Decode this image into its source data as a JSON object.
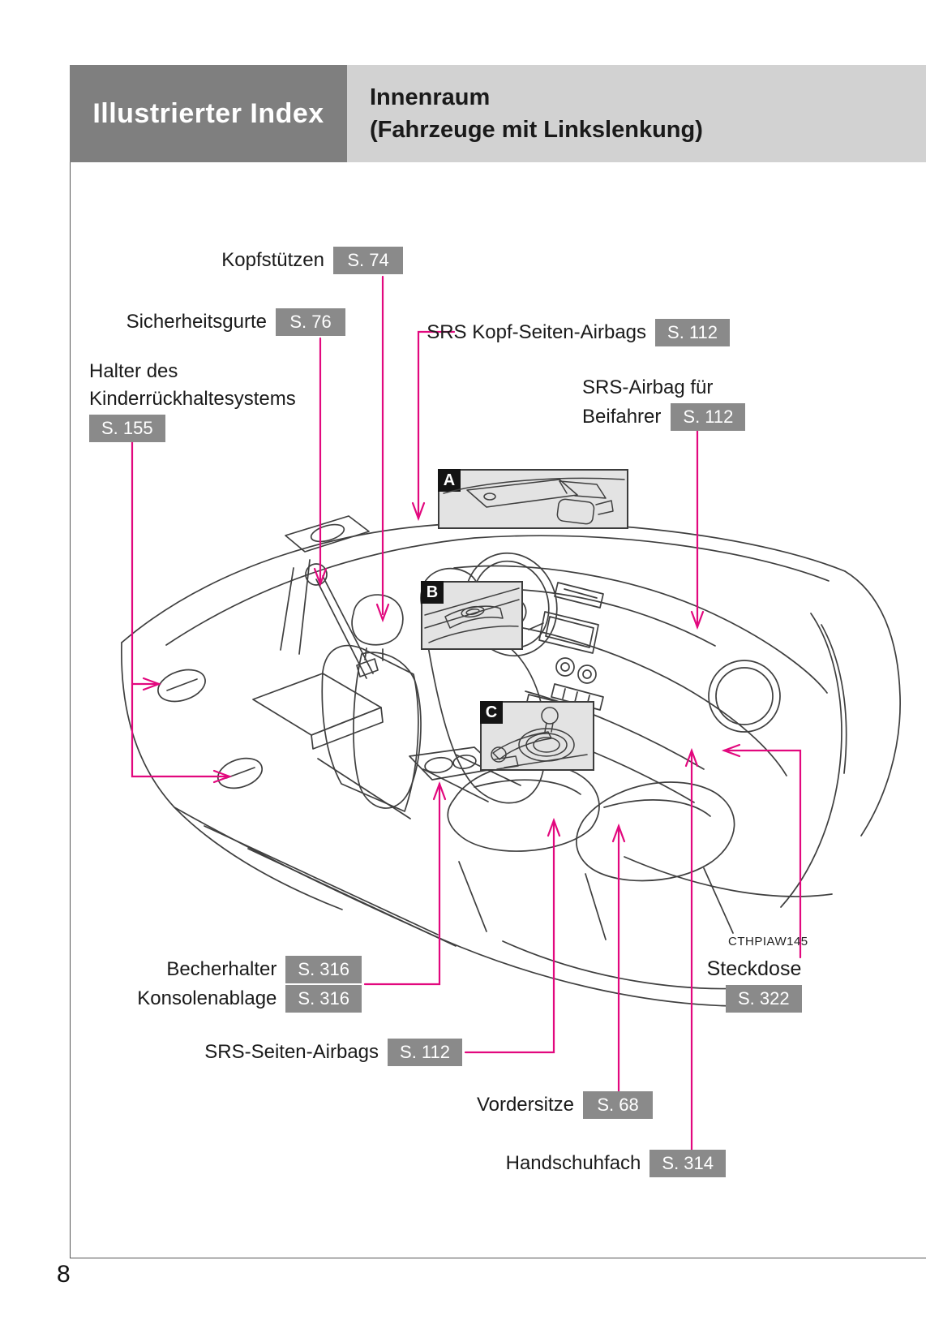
{
  "page": {
    "number": "8",
    "code": "CTHPIAW145"
  },
  "header": {
    "title": "Illustrierter Index",
    "subtitle_line1": "Innenraum",
    "subtitle_line2": "(Fahrzeuge mit Linkslenkung)"
  },
  "colors": {
    "accent": "#e2087e",
    "badge_bg": "#8a8a8a",
    "header_dark": "#7f7f7f",
    "header_light": "#d2d2d2",
    "inset_bg": "#e3e3e3",
    "line_art": "#3f3f3f"
  },
  "insets": [
    {
      "letter": "A"
    },
    {
      "letter": "B"
    },
    {
      "letter": "C"
    }
  ],
  "labels": [
    {
      "id": "kopfstuetzen",
      "text": "Kopfstützen",
      "page_ref": "S. 74"
    },
    {
      "id": "sicherheitsgurte",
      "text": "Sicherheitsgurte",
      "page_ref": "S. 76"
    },
    {
      "id": "srs-kopf-seiten-airbags",
      "text": "SRS Kopf-Seiten-Airbags",
      "page_ref": "S. 112"
    },
    {
      "id": "halter-kinderrueckhaltesystem",
      "text_line1": "Halter des",
      "text_line2": "Kinderrückhaltesystems",
      "page_ref": "S. 155"
    },
    {
      "id": "srs-airbag-beifahrer",
      "text_line1": "SRS-Airbag für",
      "text_line2": "Beifahrer",
      "page_ref": "S. 112"
    },
    {
      "id": "becherhalter",
      "text": "Becherhalter",
      "page_ref": "S. 316"
    },
    {
      "id": "konsolenablage",
      "text": "Konsolenablage",
      "page_ref": "S. 316"
    },
    {
      "id": "srs-seiten-airbags",
      "text": "SRS-Seiten-Airbags",
      "page_ref": "S. 112"
    },
    {
      "id": "vordersitze",
      "text": "Vordersitze",
      "page_ref": "S. 68"
    },
    {
      "id": "handschuhfach",
      "text": "Handschuhfach",
      "page_ref": "S. 314"
    },
    {
      "id": "steckdose",
      "text": "Steckdose",
      "page_ref": "S. 322"
    }
  ]
}
